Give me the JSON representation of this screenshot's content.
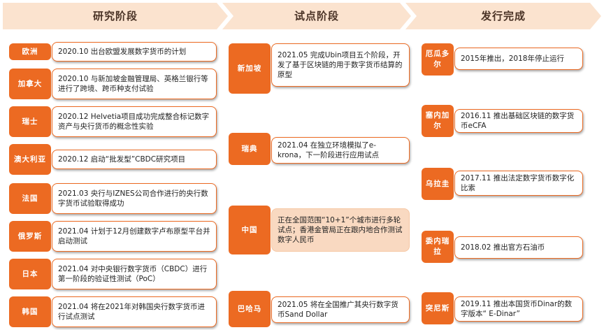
{
  "stages": [
    {
      "label": "研究阶段"
    },
    {
      "label": "试点阶段"
    },
    {
      "label": "发行完成"
    }
  ],
  "research": [
    {
      "region": "欧洲",
      "text": "2020.10  出台欧盟发展数字货币的计划"
    },
    {
      "region": "加拿大",
      "text": "2020.10  与新加坡金融管理局、英格兰银行等进行了跨境、跨币种支付试验"
    },
    {
      "region": "瑞士",
      "text": "2020.12  Helvetia项目成功完成整合标记数字资产与央行货币的概念性实验"
    },
    {
      "region": "澳大利亚",
      "text": "2020.12  启动“批发型”CBDC研究项目"
    },
    {
      "region": "法国",
      "text": "2021.03  央行与IZNES公司合作进行的央行数字货币试验取得成功"
    },
    {
      "region": "俄罗斯",
      "text": "2021.04  计划于12月创建数字卢布原型平台并启动测试"
    },
    {
      "region": "日本",
      "text": "2021.04  对中央银行数字货币（CBDC）进行第一阶段的验证性测试（PoC）"
    },
    {
      "region": "韩国",
      "text": "2021.04  将在2021年对韩国央行数字货币进行试点测试"
    }
  ],
  "pilot": [
    {
      "region": "新加坡",
      "text": "2021.05  完成Ubin项目五个阶段，开发了基于区块链的用于数字货币结算的原型"
    },
    {
      "region": "瑞典",
      "text": "2021.04  在独立环境模拟了e-krona，下一阶段进行应用试点"
    },
    {
      "region": "中国",
      "text": "正在全国范围“10+1”个城市进行多轮试点；香港金管局正在跟内地合作测试数字人民币"
    },
    {
      "region": "巴哈马",
      "text": "2021.05  将在全国推广其央行数字货币Sand Dollar"
    }
  ],
  "issued": [
    {
      "region": "厄瓜多尔",
      "text": "2015年推出，2018年停止运行"
    },
    {
      "region": "塞内加尔",
      "text": "2016.11  推出基础区块链的数字货币eCFA"
    },
    {
      "region": "乌拉圭",
      "text": "2017.11  推出法定数字货币数字化比索"
    },
    {
      "region": "委内瑞拉",
      "text": "2018.02  推出官方石油币"
    },
    {
      "region": "突尼斯",
      "text": "2019.11  推出本国货币Dinar的数字版本“ E-Dinar”"
    }
  ],
  "colors": {
    "accent": "#ec6a22",
    "header": "#fbe3cf",
    "highlight": "#f9d9c1"
  }
}
